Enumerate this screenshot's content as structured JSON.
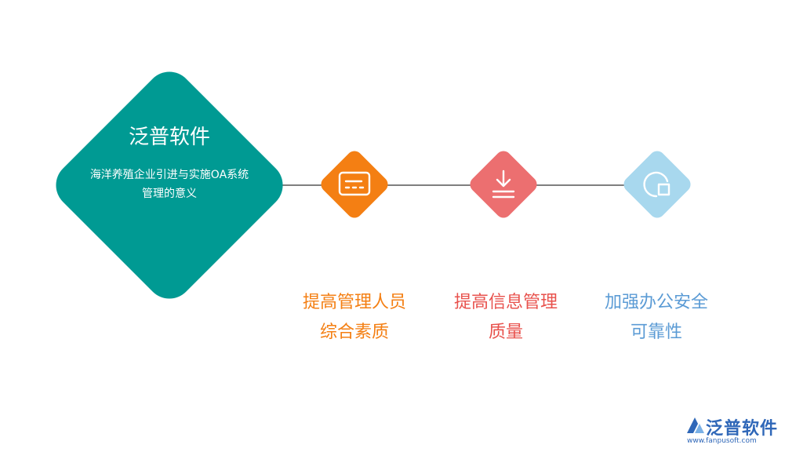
{
  "center": {
    "title": "泛普软件",
    "subtitle_line1": "海洋养殖企业引进与实施OA系统",
    "subtitle_line2": "管理的意义"
  },
  "items": [
    {
      "line1": "提高管理人员",
      "line2": "综合素质",
      "color": "#f47f13",
      "icon": "terminal-window-icon"
    },
    {
      "line1": "提高信息管理",
      "line2": "质量",
      "color": "#e8524d",
      "icon": "download-icon"
    },
    {
      "line1": "加强办公安全",
      "line2": "可靠性",
      "color": "#5b9bd5",
      "icon": "pie-chart-icon"
    }
  ],
  "colors": {
    "center": "#009a93",
    "diamond1": "#f47f13",
    "diamond2": "#ec6f70",
    "diamond3": "#a8d8ee",
    "connector": "#555555"
  },
  "logo": {
    "name": "泛普软件",
    "url": "www.fanpusoft.com"
  }
}
